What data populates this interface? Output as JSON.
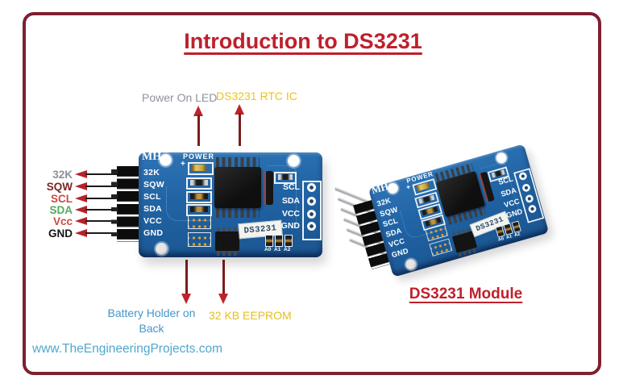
{
  "title": "Introduction to DS3231",
  "annotations": {
    "power_led": "Power On LED",
    "rtc_ic": "DS3231 RTC IC",
    "battery_line1": "Battery Holder on",
    "battery_line2": "Back",
    "eeprom": "32 KB EEPROM"
  },
  "pinout": {
    "labels": [
      {
        "text": "32K",
        "color": "#8c9097"
      },
      {
        "text": "SQW",
        "color": "#7a2424"
      },
      {
        "text": "SCL",
        "color": "#cc4b44"
      },
      {
        "text": "SDA",
        "color": "#53a95d"
      },
      {
        "text": "Vcc",
        "color": "#cc4b44"
      },
      {
        "text": "GND",
        "color": "#141414"
      }
    ]
  },
  "module": {
    "brand": "MH",
    "power_label": "POWER",
    "plus_mark": "+",
    "sticker_label": "DS3231",
    "left_pins": [
      "32K",
      "SQW",
      "SCL",
      "SDA",
      "VCC",
      "GND"
    ],
    "right_pins": [
      "SCL",
      "SDA",
      "VCC",
      "GND"
    ],
    "address_jumpers": [
      "A0",
      "A1",
      "A2"
    ]
  },
  "captions": {
    "right_module": "DS3231 Module"
  },
  "footer": {
    "website": "www.TheEngineeringProjects.com"
  },
  "colors": {
    "frame": "#7d2030",
    "title_red": "#bf202c",
    "annotation_yellow": "#f0c11e",
    "annotation_gray": "#8e939c",
    "annotation_blue": "#4596c8",
    "website_teal": "#4fa8cc",
    "pcb_blue": "#2063a4",
    "arrow_red": "#bf2228"
  }
}
